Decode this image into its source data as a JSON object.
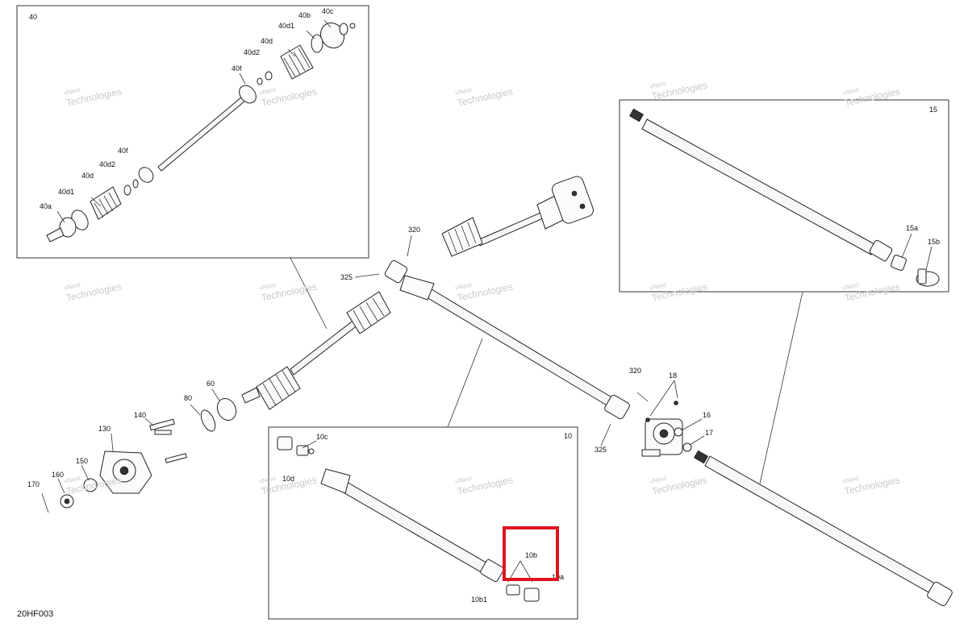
{
  "diagram": {
    "code": "20HF003",
    "watermark_line1": "vNext",
    "watermark_line2": "Technologies",
    "highlight_color": "#e0141e"
  },
  "labels": {
    "l40": "40",
    "l40b": "40b",
    "l40c": "40c",
    "l40d1_top": "40d1",
    "l40d_top": "40d",
    "l40d2_top": "40d2",
    "l40f_top": "40f",
    "l40f_mid": "40f",
    "l40d2_mid": "40d2",
    "l40d_mid": "40d",
    "l40d1_mid": "40d1",
    "l40a": "40a",
    "l320_top": "320",
    "l325_top": "325",
    "l60": "60",
    "l80": "80",
    "l140": "140",
    "l130": "130",
    "l150": "150",
    "l160": "160",
    "l170": "170",
    "l15": "15",
    "l15a": "15a",
    "l15b": "15b",
    "l320_mid": "320",
    "l18": "18",
    "l16": "16",
    "l17": "17",
    "l325_mid": "325",
    "l10": "10",
    "l10c": "10c",
    "l10d": "10d",
    "l10b": "10b",
    "l10b1": "10b1",
    "l10a": "10a"
  }
}
